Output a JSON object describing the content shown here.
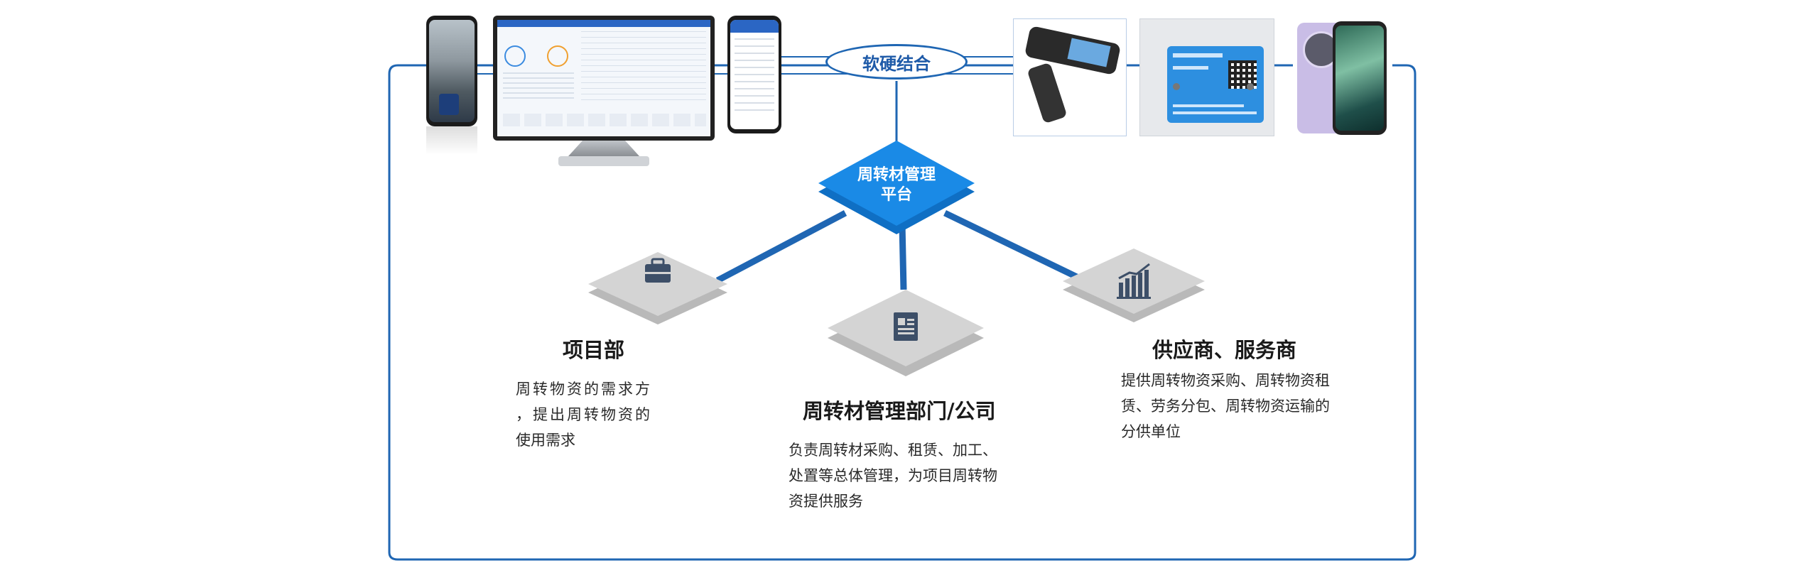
{
  "top_label": "软硬结合",
  "platform": {
    "line1": "周转材管理",
    "line2": "平台"
  },
  "nodes": {
    "project": {
      "title": "项目部",
      "desc_lines": [
        "周转物资的需求方",
        "，提出周转物资的",
        "使用需求"
      ]
    },
    "department": {
      "title": "周转材管理部门/公司",
      "desc_lines": [
        "负责周转材采购、租赁、加工、",
        "处置等总体管理，为项目周转物",
        "资提供服务"
      ]
    },
    "supplier": {
      "title": "供应商、服务商",
      "desc_lines": [
        "提供周转物资采购、周转物资租",
        "赁、劳务分包、周转物资运输的",
        "分供单位"
      ]
    }
  },
  "icons": {
    "project": "briefcase-icon",
    "department": "document-icon",
    "supplier": "bar-chart-icon"
  },
  "colors": {
    "frame_blue": "#1f66b3",
    "platform_blue": "#1488e0",
    "tile_gray": "#c8c8c8",
    "icon_navy": "#3d4f68"
  }
}
